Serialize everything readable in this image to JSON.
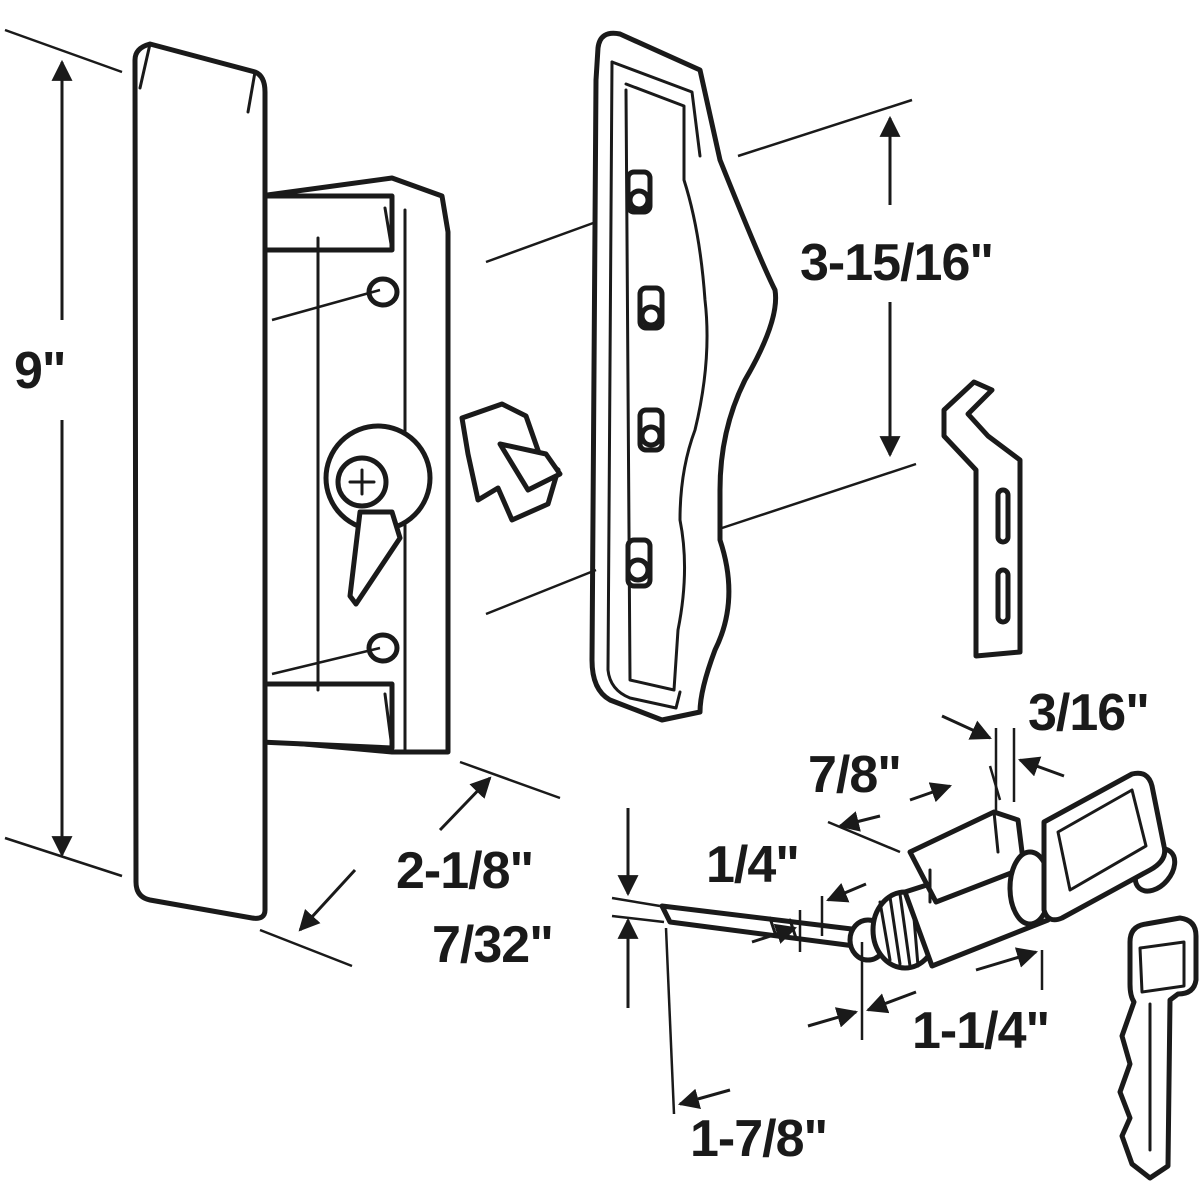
{
  "dimensions": {
    "handle_height": "9\"",
    "handle_depth": "2-1/8\"",
    "screw_spacing": "3-15/16\"",
    "tailpiece_width": "7/32\"",
    "tailpiece_length": "1-7/8\"",
    "spindle_segment": "1/4\"",
    "cylinder_length": "1-1/4\"",
    "cylinder_body": "7/8\"",
    "cylinder_flange": "3/16\""
  },
  "colors": {
    "line": "#1a1a1a",
    "background": "#ffffff"
  }
}
